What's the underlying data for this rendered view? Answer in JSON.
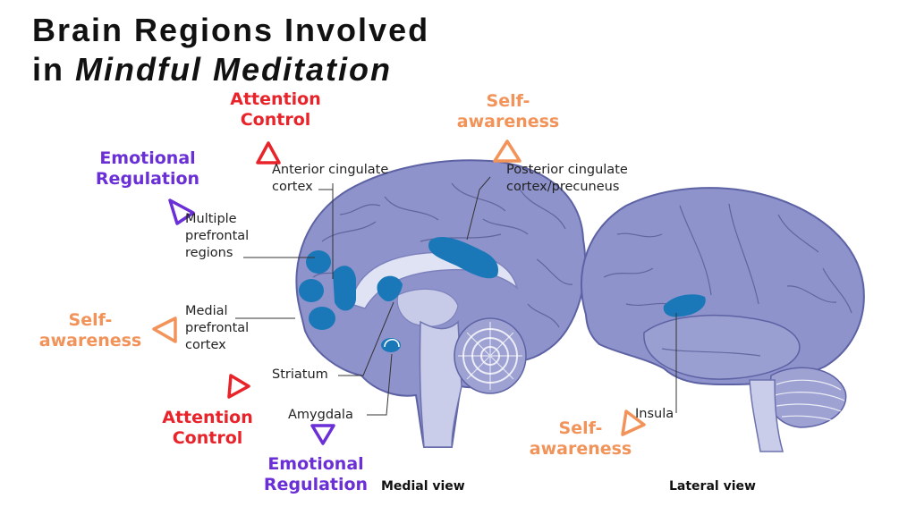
{
  "title": {
    "line1": "Brain Regions Involved",
    "line2_prefix": "in ",
    "line2_italic": "Mindful Meditation"
  },
  "colors": {
    "attention": "#e8232a",
    "emotional": "#6a2fd6",
    "self_awareness": "#f2935a",
    "brain_fill": "#8e93cc",
    "region_highlight": "#1b78b8"
  },
  "anatomy_labels": {
    "acc_1": "Anterior cingulate",
    "acc_2": "cortex",
    "pcc_1": "Posterior cingulate",
    "pcc_2": "cortex/precuneus",
    "mpr_1": "Multiple",
    "mpr_2": "prefrontal",
    "mpr_3": "regions",
    "mpfc_1": "Medial",
    "mpfc_2": "prefrontal",
    "mpfc_3": "cortex",
    "striatum": "Striatum",
    "amygdala": "Amygdala",
    "insula": "Insula"
  },
  "function_labels": {
    "att_top_1": "Attention",
    "att_top_2": "Control",
    "self_top_1": "Self-",
    "self_top_2": "awareness",
    "emo_left_1": "Emotional",
    "emo_left_2": "Regulation",
    "self_left_1": "Self-",
    "self_left_2": "awareness",
    "att_bottom_1": "Attention",
    "att_bottom_2": "Control",
    "emo_bottom_1": "Emotional",
    "emo_bottom_2": "Regulation",
    "self_right_1": "Self-",
    "self_right_2": "awareness"
  },
  "views": {
    "medial": "Medial view",
    "lateral": "Lateral view"
  },
  "icons": {
    "pointer": "triangle-arrow-icon"
  }
}
